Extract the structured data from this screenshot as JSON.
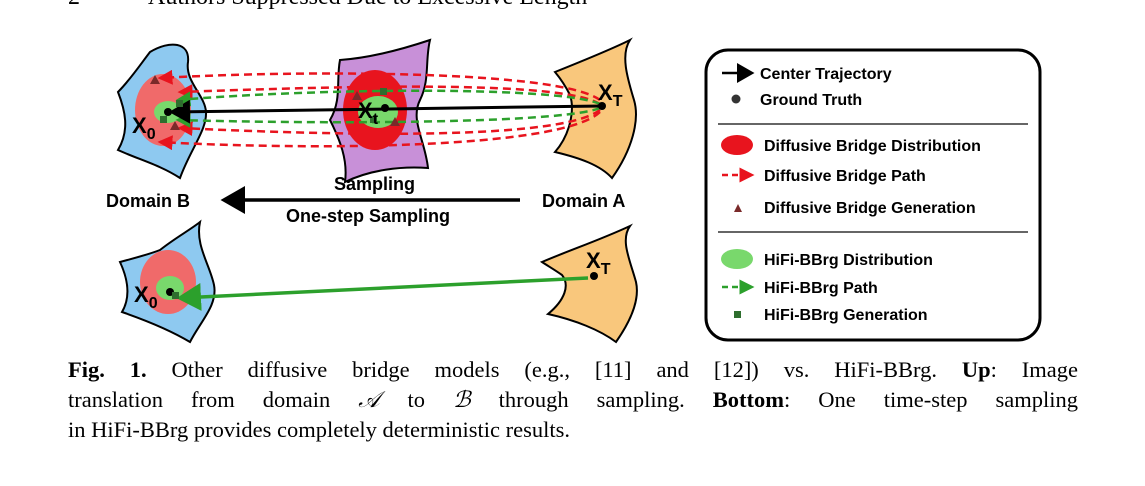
{
  "header": {
    "page_number": "2",
    "running_title": "Authors Suppressed Due to Excessive Length"
  },
  "figure": {
    "labels": {
      "x0_top": "X",
      "x0_sub": "0",
      "xt_mid": "X",
      "xt_mid_sub": "t",
      "xT_top": "X",
      "xT_sub": "T",
      "x0_bottom": "X",
      "x0_bottom_sub": "0",
      "xT_bottom": "X",
      "xT_bottom_sub": "T",
      "domain_b": "Domain B",
      "domain_a": "Domain A",
      "sampling": "Sampling",
      "one_step": "One-step Sampling"
    },
    "legend": [
      {
        "icon": "arrow-icon",
        "label": "Center Trajectory"
      },
      {
        "icon": "dot-icon",
        "label": "Ground Truth"
      },
      {
        "icon": "red-ellipse-icon",
        "label": "Diffusive Bridge Distribution"
      },
      {
        "icon": "red-dashed-arrow-icon",
        "label": "Diffusive Bridge Path"
      },
      {
        "icon": "triangle-icon",
        "label": "Diffusive Bridge Generation"
      },
      {
        "icon": "green-ellipse-icon",
        "label": "HiFi-BBrg Distribution"
      },
      {
        "icon": "green-dashed-arrow-icon",
        "label": "HiFi-BBrg Path"
      },
      {
        "icon": "square-icon",
        "label": "HiFi-BBrg Generation"
      }
    ],
    "colors": {
      "domain_b": "#8ec9f0",
      "domain_a": "#f9c77c",
      "intermediate": "#c890d8",
      "red_dist": "#e8141e",
      "green_dist": "#79d86c",
      "red_path": "#e8141e",
      "green_path": "#2ca02c",
      "generation_red": "#7a2a2a",
      "generation_green": "#2e6e2e"
    }
  },
  "caption": {
    "fig_label": "Fig. 1.",
    "line1_text": " Other diffusive bridge models (e.g., [11] and [12]) vs. HiFi-BBrg. ",
    "up_label": "Up",
    "up_text": ": Image",
    "line2_a": "translation from domain ",
    "domain_a_sym": "𝒜",
    "line2_b": " to ",
    "domain_b_sym": "ℬ",
    "line2_c": " through sampling. ",
    "bottom_label": "Bottom",
    "line2_d": ": One time-step sampling",
    "line3": "in HiFi-BBrg provides completely deterministic results."
  }
}
